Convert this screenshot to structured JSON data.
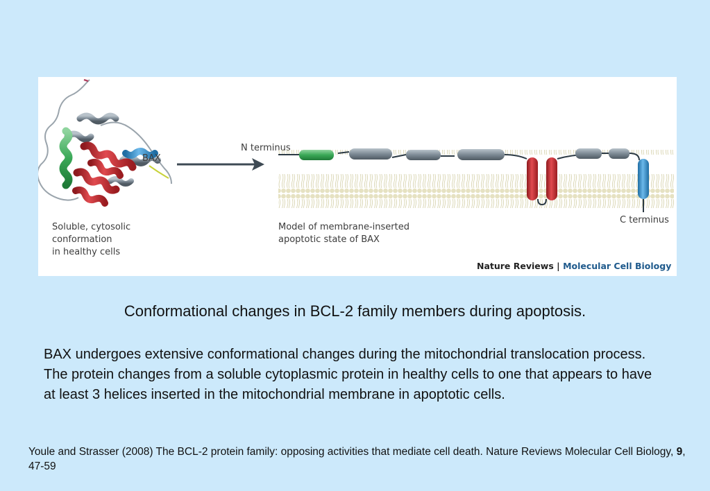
{
  "figure": {
    "protein_label": "BAX",
    "n_terminus_label": "N terminus",
    "c_terminus_label": "C terminus",
    "left_caption": [
      "Soluble, cytosolic",
      "conformation",
      "in healthy cells"
    ],
    "right_caption": [
      "Model of membrane-inserted",
      "apoptotic state of BAX"
    ],
    "credit_publisher": "Nature Reviews",
    "credit_separator": " | ",
    "credit_journal": "Molecular Cell Biology",
    "colors": {
      "helix_green": "#3aa857",
      "helix_red": "#d8262d",
      "helix_blue": "#2f8fd0",
      "helix_grey": "#7d8a95",
      "membrane_lipid": "#e6e2c2"
    }
  },
  "caption": "Conformational changes in BCL-2 family members during apoptosis.",
  "body": "BAX undergoes extensive conformational changes during the mitochondrial translocation process.  The  protein changes from a soluble cytoplasmic protein in healthy cells to one that appears to have at least 3 helices inserted in the mitochondrial membrane in apoptotic cells.",
  "reference": {
    "text_before": "Youle and Strasser (2008) The BCL-2 protein family: opposing activities that mediate cell death. Nature Reviews Molecular Cell Biology, ",
    "volume": "9",
    "pages": ", 47-59"
  }
}
